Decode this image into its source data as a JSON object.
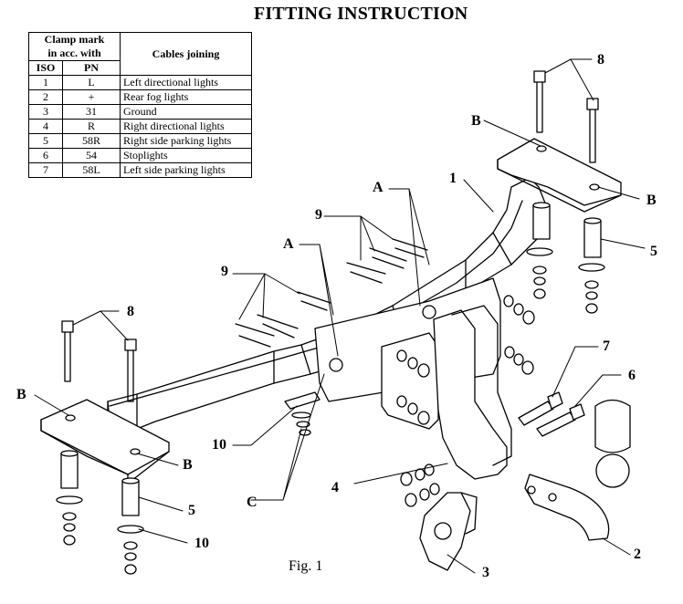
{
  "title": "FITTING INSTRUCTION",
  "table": {
    "header_clamp": "Clamp mark",
    "header_clamp2": "in acc. with",
    "header_cables": "Cables joining",
    "header_iso": "ISO",
    "header_pn": "PN",
    "rows": [
      {
        "iso": "1",
        "pn": "L",
        "desc": "Left directional lights"
      },
      {
        "iso": "2",
        "pn": "+",
        "desc": "Rear fog lights"
      },
      {
        "iso": "3",
        "pn": "31",
        "desc": "Ground"
      },
      {
        "iso": "4",
        "pn": "R",
        "desc": "Right directional lights"
      },
      {
        "iso": "5",
        "pn": "58R",
        "desc": "Right side parking lights"
      },
      {
        "iso": "6",
        "pn": "54",
        "desc": "Stoplights"
      },
      {
        "iso": "7",
        "pn": "58L",
        "desc": "Left side parking lights"
      }
    ]
  },
  "labels": {
    "n1": "1",
    "n2": "2",
    "n3": "3",
    "n4": "4",
    "n5a": "5",
    "n5b": "5",
    "n6": "6",
    "n7": "7",
    "n8a": "8",
    "n8b": "8",
    "n9a": "9",
    "n9b": "9",
    "n10a": "10",
    "n10b": "10",
    "A1": "A",
    "A2": "A",
    "B1": "B",
    "B2": "B",
    "B3": "B",
    "B4": "B",
    "C": "C"
  },
  "caption": "Fig. 1"
}
